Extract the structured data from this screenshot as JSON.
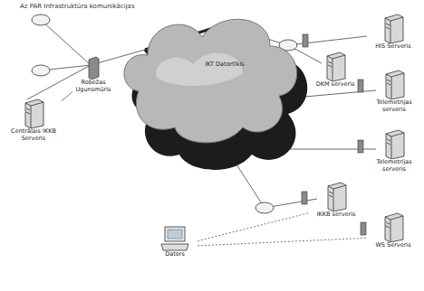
{
  "diagram": {
    "title": "Az PAR Infrastruktūra komunikācijas",
    "nodes": [
      {
        "text": [
          "IKT Datortīkls"
        ]
      },
      {
        "text": [
          "Robežas Ugunsmūris"
        ]
      },
      {
        "text": [
          "Centrālais IKKB Serveris"
        ]
      },
      {
        "text": [
          "HIS Serveris"
        ]
      },
      {
        "text": [
          "DKM serveris"
        ]
      },
      {
        "text": [
          "Telemetrijas serveris"
        ]
      },
      {
        "text": [
          "Telemetrijas serveris"
        ]
      },
      {
        "text": [
          "IKKB serveris"
        ]
      },
      {
        "text": [
          "WS Serveris"
        ]
      },
      {
        "text": [
          "Dators"
        ]
      }
    ],
    "edges": [
      {
        "from": 1,
        "to": 2,
        "arrow": "none"
      },
      {
        "from": 9,
        "to": 7,
        "arrow": "none"
      },
      {
        "from": 9,
        "to": 8,
        "arrow": "none"
      }
    ]
  }
}
